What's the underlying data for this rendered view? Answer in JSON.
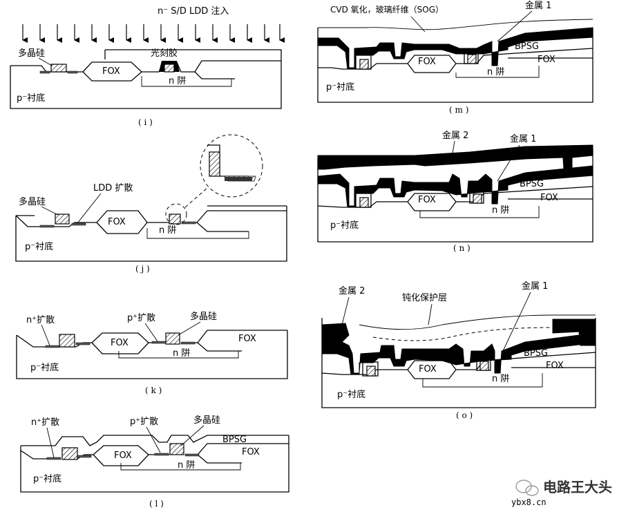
{
  "panels": {
    "i": {
      "caption": "( i )",
      "beam": "n⁻ S/D LDD 注入",
      "poly": "多晶硅",
      "resist": "光刻胶",
      "fox": "FOX",
      "well": "n 阱",
      "substrate": "p⁻衬底"
    },
    "j": {
      "caption": "( j )",
      "poly": "多晶硅",
      "ldd": "LDD 扩散",
      "fox": "FOX",
      "well": "n 阱",
      "substrate": "p⁻衬底"
    },
    "k": {
      "caption": "( k )",
      "ndiff": "n⁺扩散",
      "pdiff": "p⁺扩散",
      "poly": "多晶硅",
      "fox1": "FOX",
      "fox2": "FOX",
      "well": "n 阱",
      "substrate": "p⁻衬底"
    },
    "l": {
      "caption": "( l )",
      "ndiff": "n⁺扩散",
      "pdiff": "p⁺扩散",
      "poly": "多晶硅",
      "bpsg": "BPSG",
      "fox1": "FOX",
      "fox2": "FOX",
      "well": "n 阱",
      "substrate": "p⁻衬底"
    },
    "m": {
      "caption": "( m )",
      "cvd": "CVD 氧化，玻璃纤维（SOG）",
      "metal1": "金属 1",
      "bpsg": "BPSG",
      "fox1": "FOX",
      "fox2": "FOX",
      "well": "n 阱",
      "substrate": "p⁻衬底"
    },
    "n": {
      "caption": "( n )",
      "metal2": "金属 2",
      "metal1": "金属 1",
      "bpsg": "BPSG",
      "fox1": "FOX",
      "fox2": "FOX",
      "well": "n 阱",
      "substrate": "p⁻衬底"
    },
    "o": {
      "caption": "( o )",
      "metal2": "金属 2",
      "passivation": "钝化保护层",
      "metal1": "金属 1",
      "bpsg": "BPSG",
      "fox1": "FOX",
      "fox2": "FOX",
      "well": "n 阱",
      "substrate": "p⁻衬底"
    }
  },
  "watermark": {
    "name": "电路王大头",
    "url": "ybx8.cn"
  }
}
